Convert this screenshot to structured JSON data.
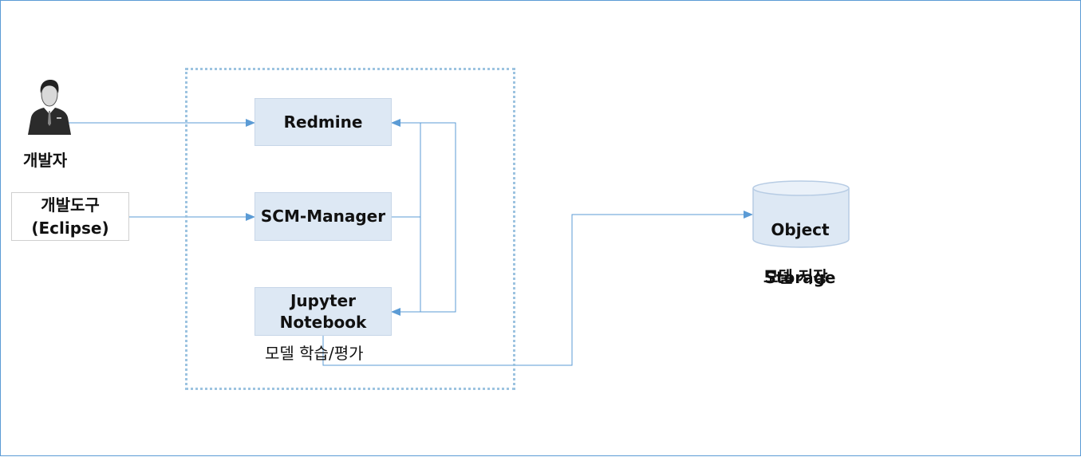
{
  "actors": {
    "developer_label": "개발자"
  },
  "tool": {
    "line1": "개발도구",
    "line2": "(Eclipse)"
  },
  "components": {
    "redmine": "Redmine",
    "scm_manager": "SCM-Manager",
    "jupyter_line1": "Jupyter",
    "jupyter_line2": "Notebook",
    "jupyter_caption": "모델 학습/평가"
  },
  "storage": {
    "line1": "Object",
    "line2": "Storage",
    "caption": "모델 저장"
  },
  "colors": {
    "box_fill": "#dde8f4",
    "connector": "#5b9bd5",
    "group_border": "#9cc3e0",
    "frame_border": "#5b9bd5"
  },
  "icons": {
    "developer": "person-in-suit-icon",
    "storage": "cylinder-database-icon"
  }
}
